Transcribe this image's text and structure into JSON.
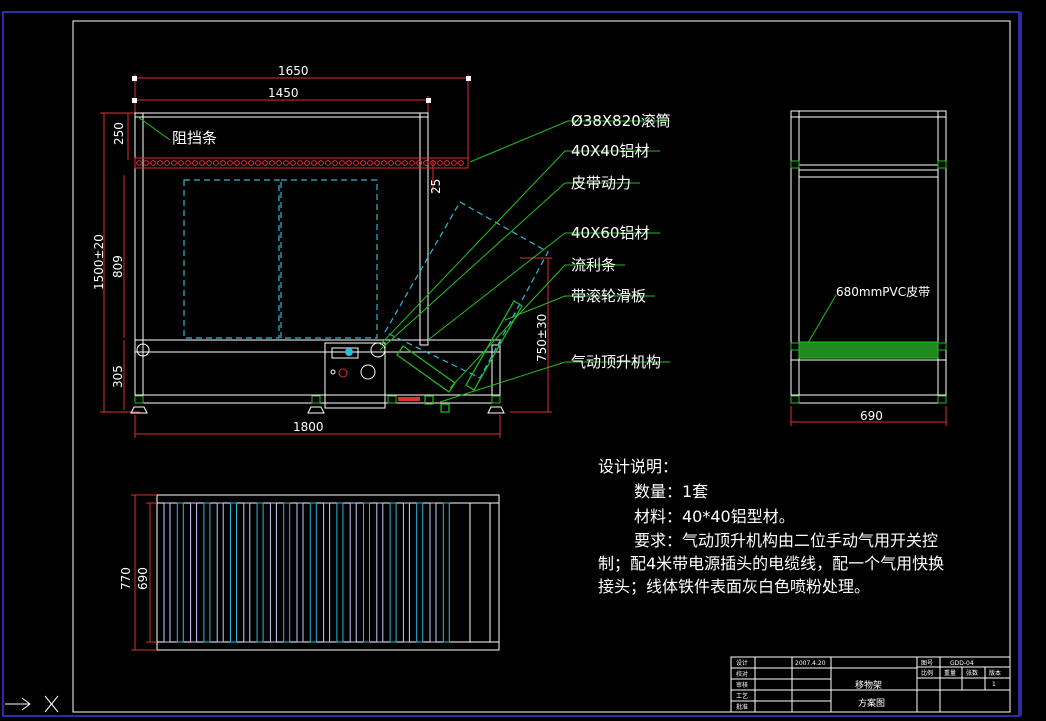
{
  "dimensions": {
    "top_1650": "1650",
    "top_1450": "1450",
    "left_250": "250",
    "left_1500": "1500±20",
    "left_809": "809",
    "left_305": "305",
    "mid_25": "25",
    "right_750": "750±30",
    "bottom_1800": "1800",
    "side_690": "690",
    "plan_770": "770",
    "plan_690": "690"
  },
  "callouts": {
    "stopper": "阻挡条",
    "roller": "Ø38X820滚筒",
    "al40": "40X40铝材",
    "belt_power": "皮带动力",
    "al60": "40X60铝材",
    "flow_strip": "流利条",
    "roller_plate": "带滚轮滑板",
    "lift": "气动顶升机构",
    "pvc_belt": "680mmPVC皮带"
  },
  "notes": {
    "heading": "设计说明：",
    "qty": "数量：1套",
    "material": "材料：40*40铝型材。",
    "req1": "要求：气动顶升机构由二位手动气用开关控",
    "req2": "制；配4米带电源插头的电缆线，配一个气用快换",
    "req3": "接头；线体铁件表面灰白色喷粉处理。"
  },
  "title_block": {
    "r1": "设计",
    "r2": "校对",
    "r3": "审核",
    "r4": "工艺",
    "r5": "批准",
    "date": "2007.4.20",
    "name": "移物架",
    "drawing_type": "方案图",
    "code_label": "图号",
    "code": "GDD-04",
    "c1": "比例",
    "c2": "重量",
    "c3": "张数",
    "c4": "版本",
    "rev": "1"
  },
  "colors": {
    "frame": "#3a3adc",
    "red": "#e03030",
    "green": "#22c020",
    "cyan": "#30b8d8",
    "white": "#ffffff"
  }
}
